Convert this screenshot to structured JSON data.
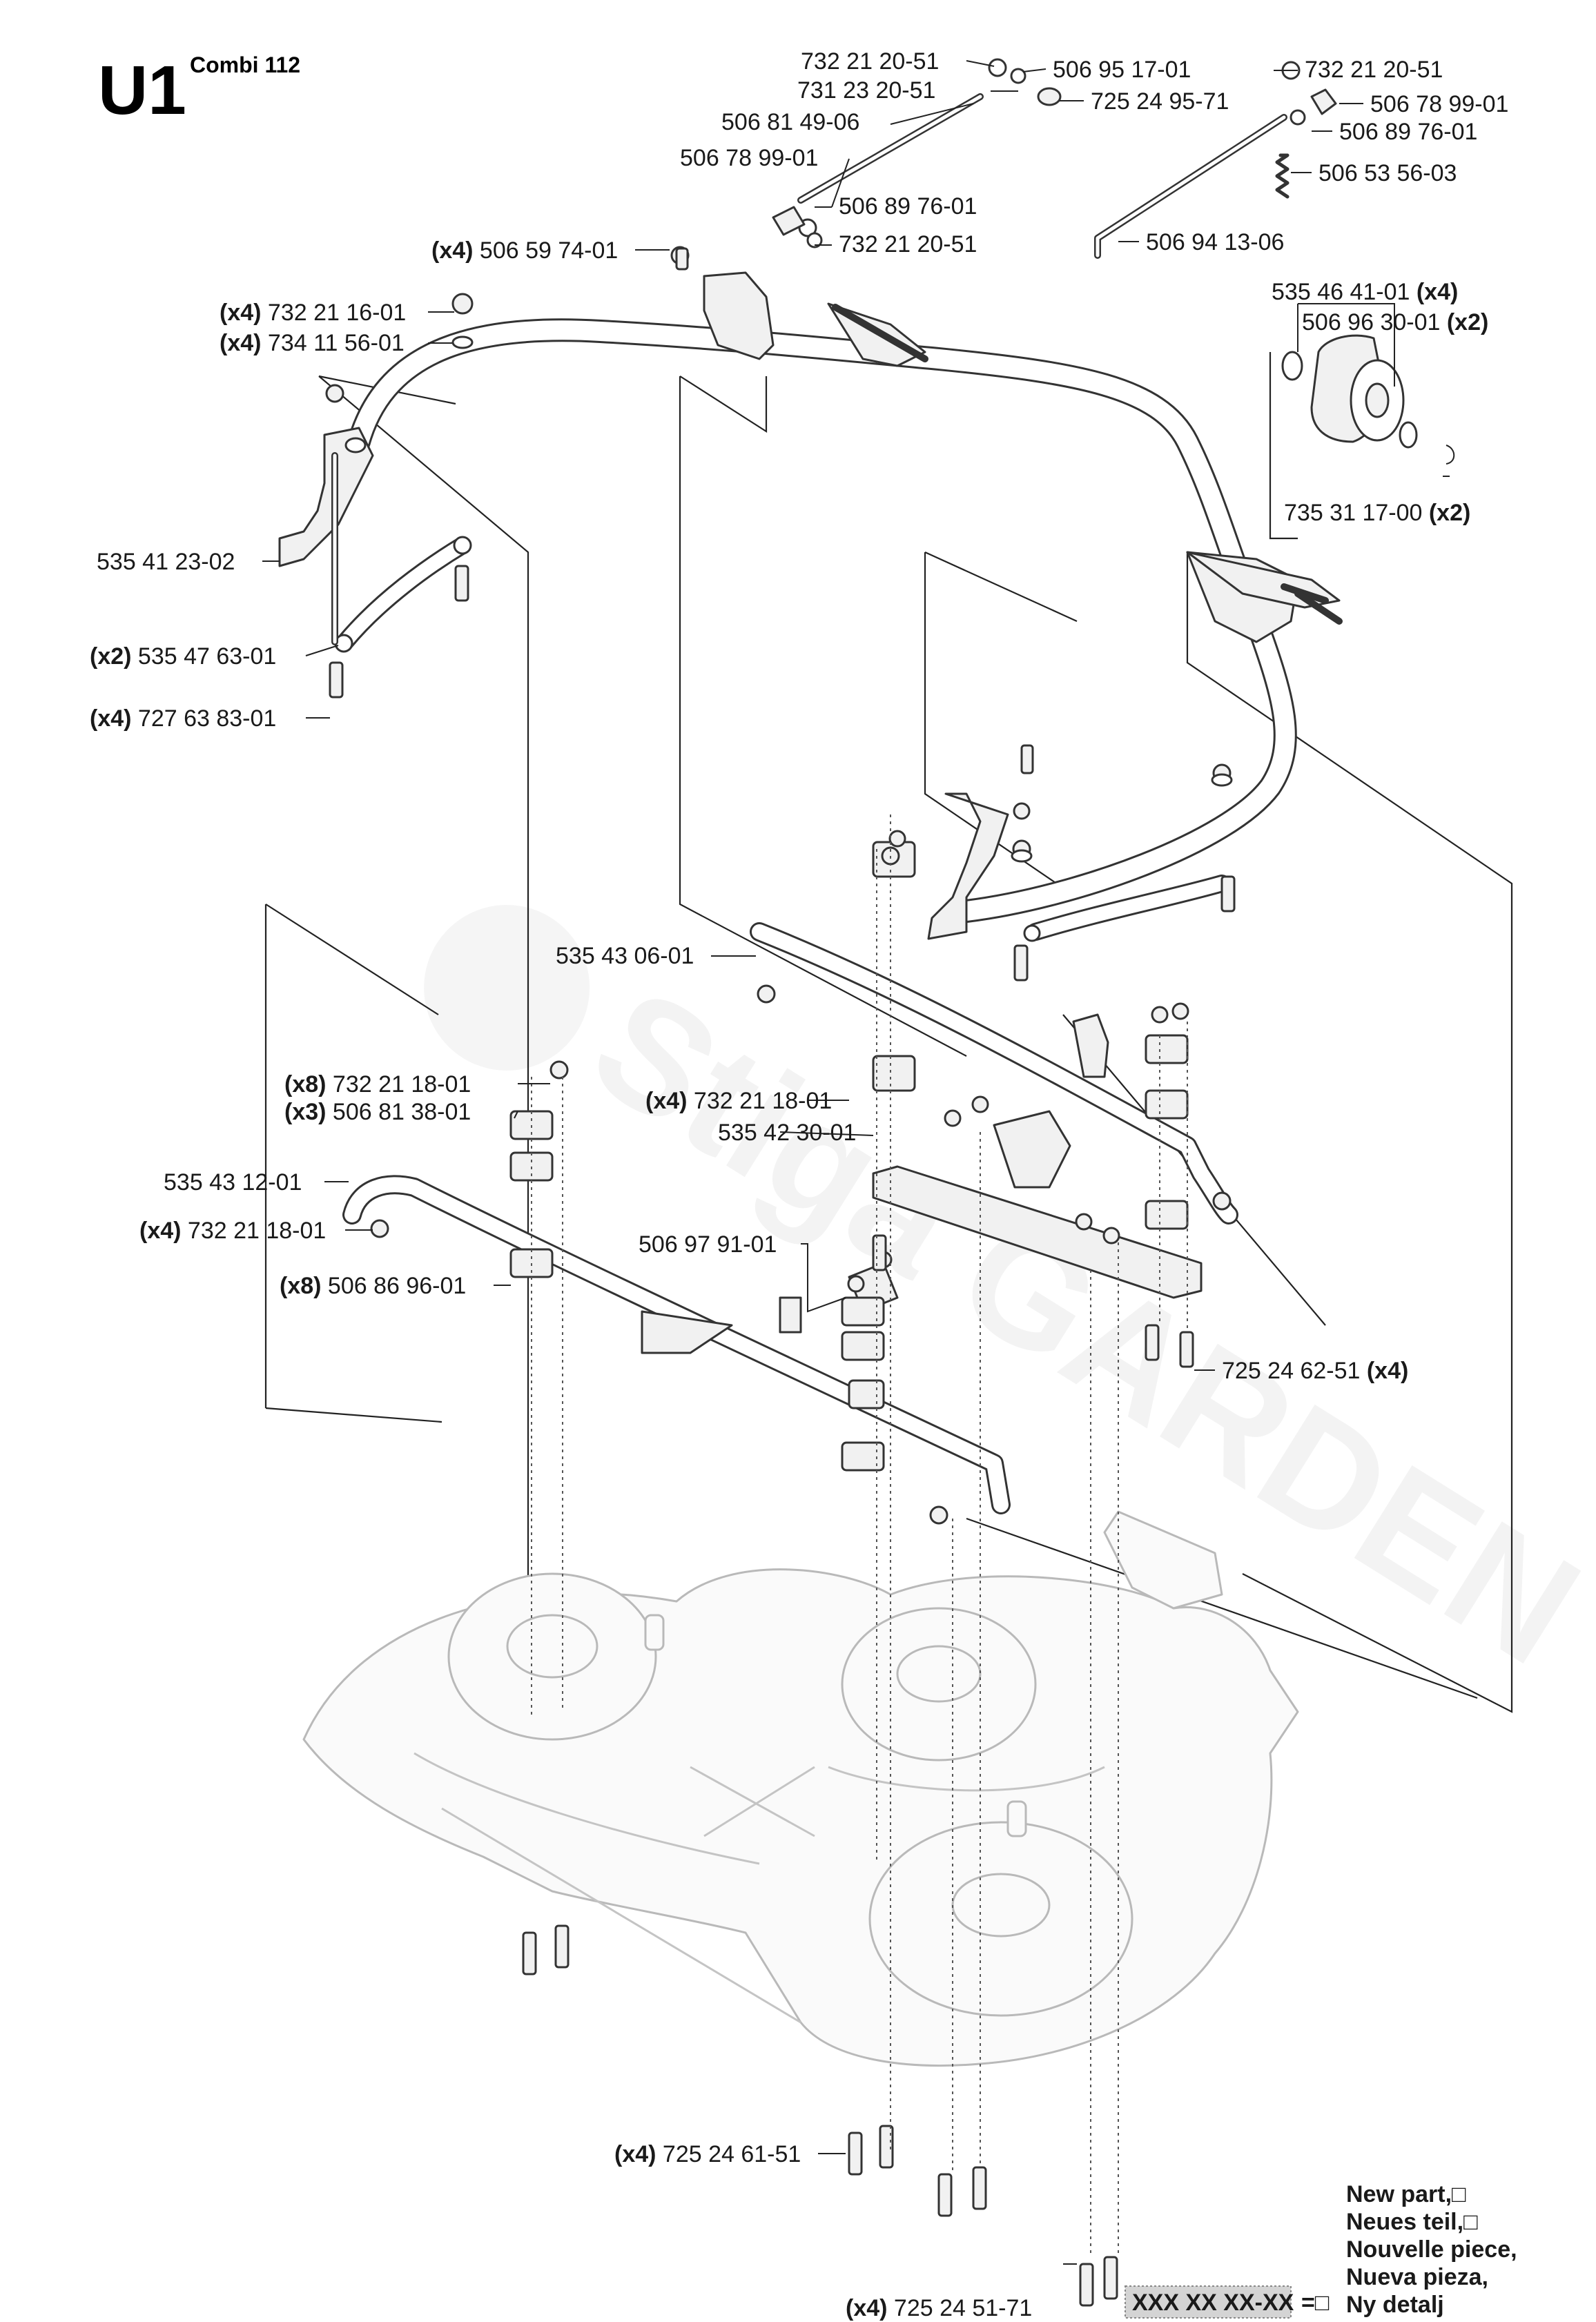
{
  "header": {
    "section_code": "U1",
    "model": "Combi 112"
  },
  "watermark": "Stiga GARDEN",
  "part_labels": [
    {
      "id": "p01",
      "qty": "",
      "number": "732 21 20-51"
    },
    {
      "id": "p02",
      "qty": "",
      "number": "506 95 17-01"
    },
    {
      "id": "p03",
      "qty": "",
      "number": "731 23 20-51"
    },
    {
      "id": "p04",
      "qty": "",
      "number": "725 24 95-71"
    },
    {
      "id": "p05",
      "qty": "",
      "number": "506 81 49-06"
    },
    {
      "id": "p06",
      "qty": "",
      "number": "506 78 99-01"
    },
    {
      "id": "p07",
      "qty": "",
      "number": "506 89 76-01"
    },
    {
      "id": "p08",
      "qty": "",
      "number": "732 21 20-51"
    },
    {
      "id": "p09",
      "qty": "",
      "number": "732 21 20-51"
    },
    {
      "id": "p10",
      "qty": "",
      "number": "506 78 99-01"
    },
    {
      "id": "p11",
      "qty": "",
      "number": "506 89 76-01"
    },
    {
      "id": "p12",
      "qty": "",
      "number": "506 53 56-03"
    },
    {
      "id": "p13",
      "qty": "",
      "number": "506 94 13-06"
    },
    {
      "id": "p14",
      "qty": "(x4)",
      "number": "506 59 74-01"
    },
    {
      "id": "p15",
      "qty": "(x4)",
      "number": "535 46 41-01"
    },
    {
      "id": "p16",
      "qty": "(x2)",
      "number": "506 96 30-01"
    },
    {
      "id": "p17",
      "qty": "(x4)",
      "number": "732 21 16-01"
    },
    {
      "id": "p18",
      "qty": "(x4)",
      "number": "734 11 56-01"
    },
    {
      "id": "p19",
      "qty": "(x2)",
      "number": "735 31 17-00"
    },
    {
      "id": "p20",
      "qty": "",
      "number": "535 41 23-02"
    },
    {
      "id": "p21",
      "qty": "(x2)",
      "number": "535 47 63-01"
    },
    {
      "id": "p22",
      "qty": "(x4)",
      "number": "727 63 83-01"
    },
    {
      "id": "p23",
      "qty": "",
      "number": "535 43 06-01"
    },
    {
      "id": "p24",
      "qty": "(x8)",
      "number": "732 21 18-01"
    },
    {
      "id": "p25",
      "qty": "(x3)",
      "number": "506 81 38-01"
    },
    {
      "id": "p26",
      "qty": "(x4)",
      "number": "732 21 18-01"
    },
    {
      "id": "p27",
      "qty": "",
      "number": "535 42 30-01"
    },
    {
      "id": "p28",
      "qty": "",
      "number": "535 43 12-01"
    },
    {
      "id": "p29",
      "qty": "(x4)",
      "number": "732 21 18-01"
    },
    {
      "id": "p30",
      "qty": "",
      "number": "506 97 91-01"
    },
    {
      "id": "p31",
      "qty": "(x8)",
      "number": "506 86 96-01"
    },
    {
      "id": "p32",
      "qty": "(x4)",
      "number": "725 24 62-51"
    },
    {
      "id": "p33",
      "qty": "(x4)",
      "number": "725 24 61-51"
    },
    {
      "id": "p34",
      "qty": "(x4)",
      "number": "725 24 51-71"
    }
  ],
  "legend": {
    "lines": [
      "New part,□",
      "Neues teil,□",
      "Nouvelle piece,",
      "Nueva pieza,",
      "Ny detalj"
    ],
    "box_text": "XXX XX XX-XX",
    "equals": "=□"
  }
}
